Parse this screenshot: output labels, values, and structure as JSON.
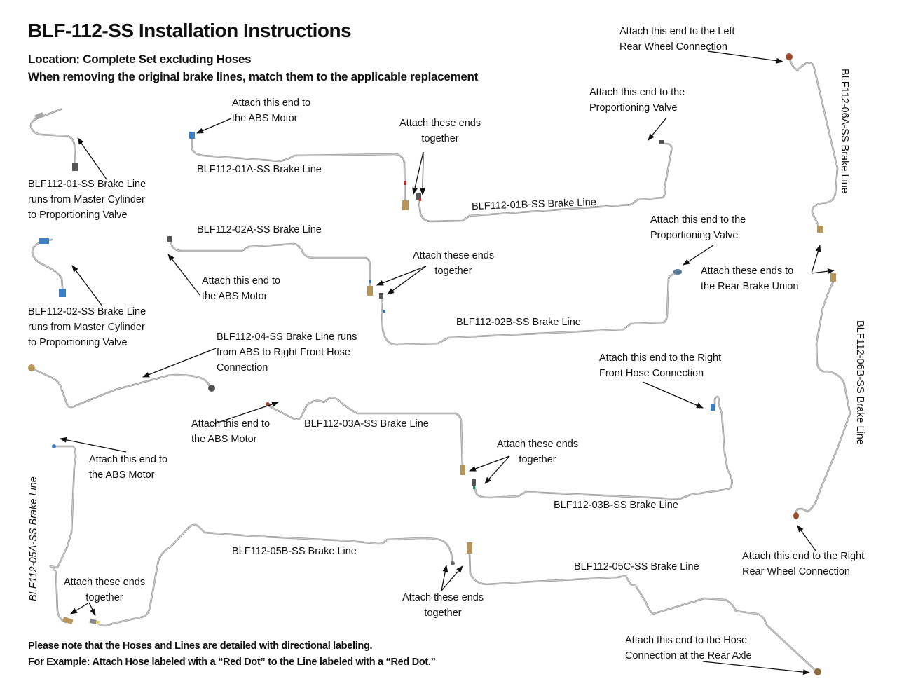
{
  "header": {
    "title": "BLF-112-SS Installation Instructions",
    "location": "Location: Complete Set excluding Hoses",
    "instruction": "When removing the original brake lines, match them to the applicable replacement"
  },
  "labels": {
    "l01": "BLF112-01-SS Brake Line\nruns from Master Cylinder\nto Proportioning Valve",
    "l01a_abs": "Attach this end to\nthe ABS Motor",
    "l01a": "BLF112-01A-SS Brake Line",
    "l01_together": "Attach these ends\ntogether",
    "l01b": "BLF112-01B-SS Brake Line",
    "l01b_pv": "Attach this end to the\nProportioning Valve",
    "l06a_left": "Attach this end to the Left\nRear Wheel Connection",
    "l06a": "BLF112-06A-SS Brake Line",
    "l02a": "BLF112-02A-SS Brake Line",
    "l02a_abs": "Attach this end to\nthe ABS Motor",
    "l02_together": "Attach these ends\ntogether",
    "l02b_pv": "Attach this end to the\nProportioning Valve",
    "l06_union": "Attach these ends to\nthe Rear Brake Union",
    "l02": "BLF112-02-SS Brake Line\nruns from Master Cylinder\nto Proportioning Valve",
    "l02b": "BLF112-02B-SS Brake Line",
    "l04": "BLF112-04-SS Brake Line runs\nfrom ABS to Right Front Hose\nConnection",
    "l03b_rf": "Attach this end to the Right\nFront Hose Connection",
    "l06b": "BLF112-06B-SS Brake Line",
    "l03a_abs": "Attach this end to\nthe ABS Motor",
    "l03a": "BLF112-03A-SS Brake Line",
    "l05a_abs": "Attach this end to\nthe ABS Motor",
    "l03_together": "Attach these ends\ntogether",
    "l03b": "BLF112-03B-SS Brake Line",
    "l05a": "BLF112-05A-SS Brake Line",
    "l06b_right": "Attach this end to the Right\nRear Wheel Connection",
    "l05b": "BLF112-05B-SS Brake Line",
    "l05c": "BLF112-05C-SS Brake Line",
    "l05ab_together": "Attach these ends\ntogether",
    "l05bc_together": "Attach these ends\ntogether",
    "l05c_axle": "Attach this end to the Hose\nConnection at the Rear Axle"
  },
  "footer": {
    "note": "Please note that the Hoses and Lines are detailed with directional labeling.",
    "example": "For Example: Attach Hose labeled with a “Red Dot” to the Line labeled with a “Red Dot.”"
  },
  "colors": {
    "pipe": "#9a9a9a",
    "fitting_brass": "#b8955a",
    "fitting_blue": "#3b7fc4",
    "fitting_copper": "#9c4a2e",
    "marker_red": "#d42020",
    "marker_blue": "#2a6fd0"
  }
}
